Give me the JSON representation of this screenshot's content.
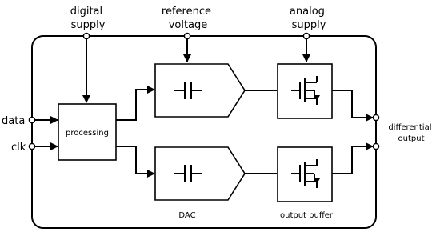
{
  "supplies": {
    "digital": [
      "digital",
      "supply"
    ],
    "reference": [
      "reference",
      "voltage"
    ],
    "analog": [
      "analog",
      "supply"
    ]
  },
  "inputs": {
    "data": "data",
    "clk": "clk"
  },
  "output": [
    "differential",
    "output"
  ],
  "blocks": {
    "processing": "processing",
    "dac_caption": "DAC",
    "buffer_caption": "output buffer"
  },
  "icons": {
    "capacitor": "capacitor-icon",
    "transistor": "transistor-icon"
  }
}
